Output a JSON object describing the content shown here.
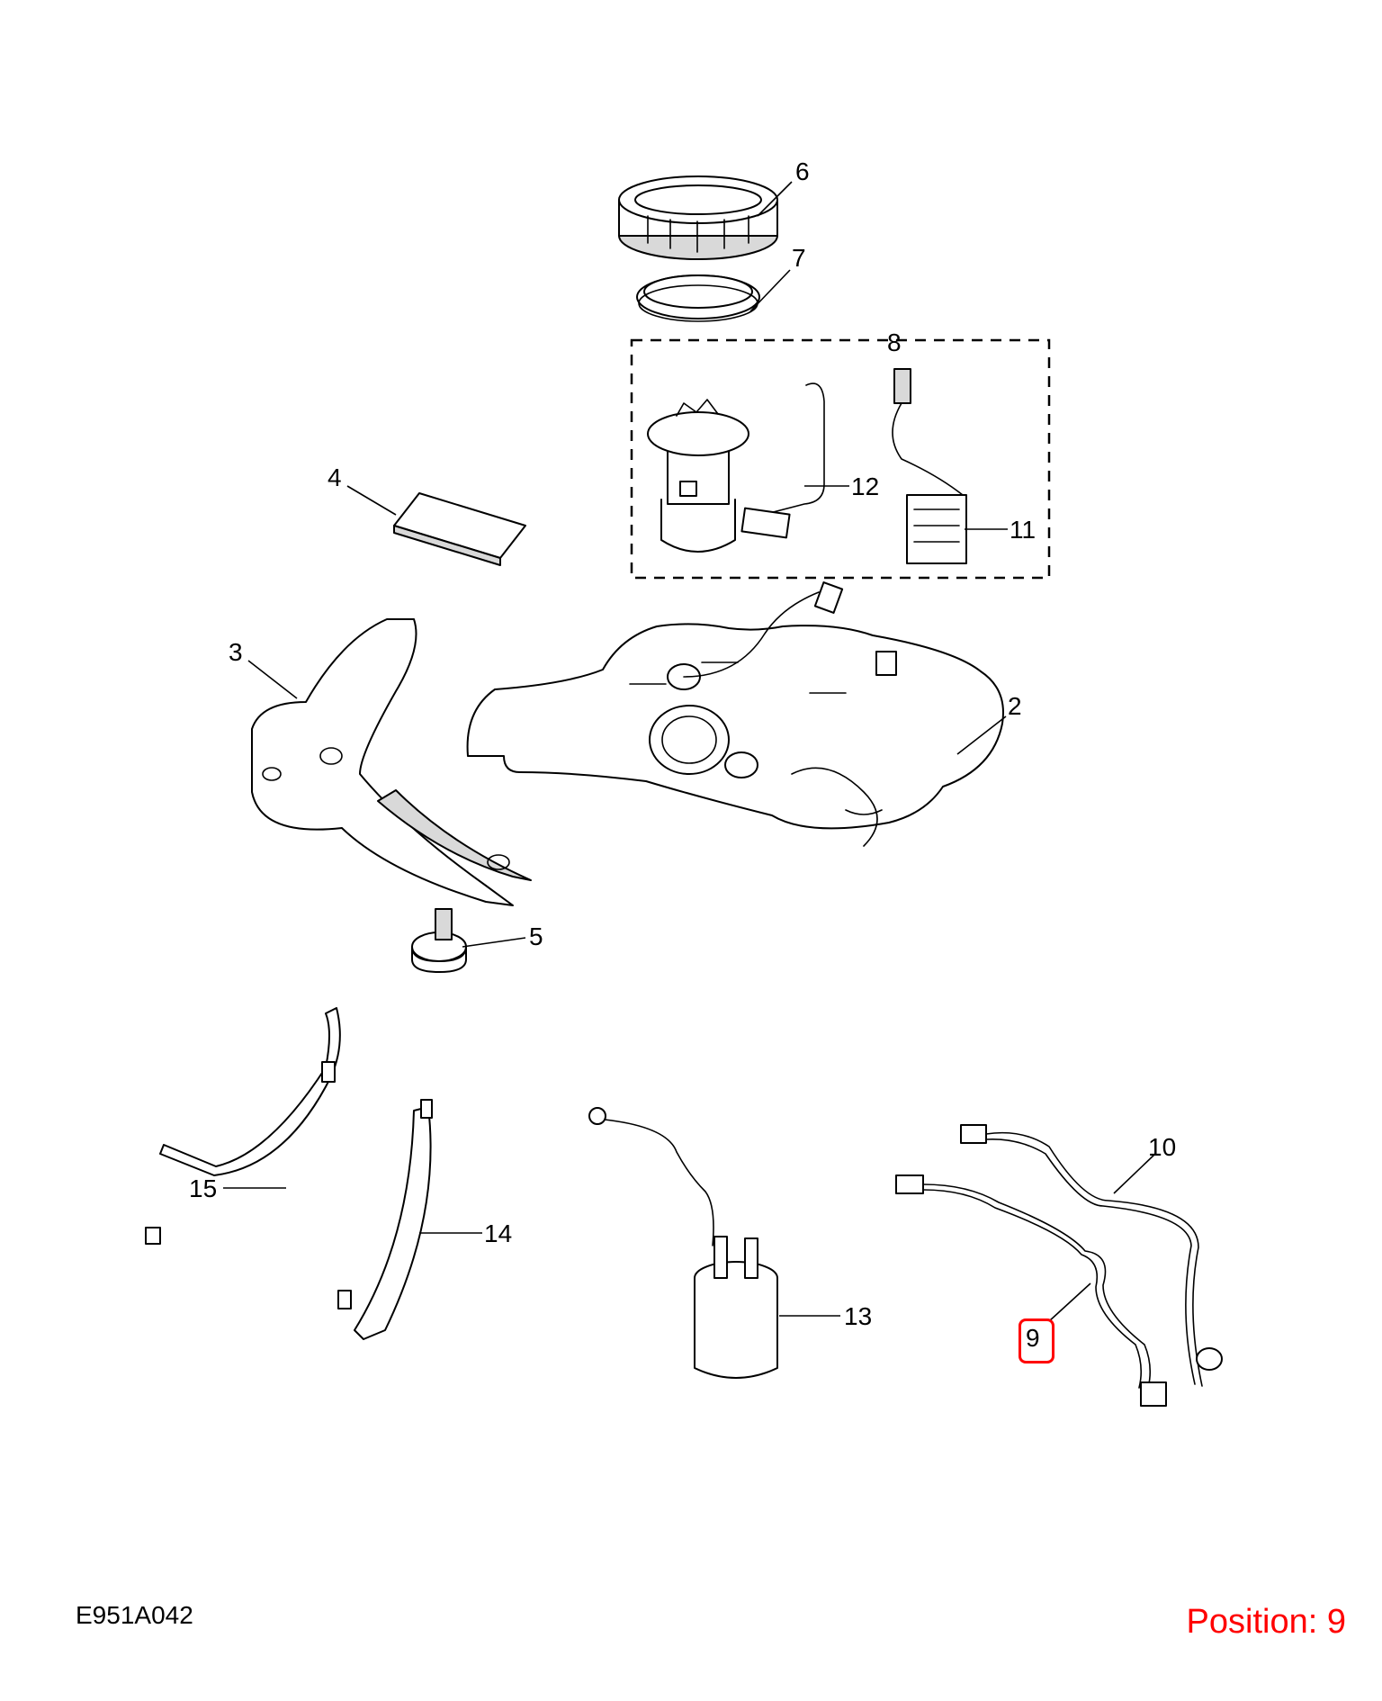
{
  "callouts": {
    "c2": "2",
    "c3": "3",
    "c4": "4",
    "c5": "5",
    "c6": "6",
    "c7": "7",
    "c8": "8",
    "c9": "9",
    "c10": "10",
    "c11": "11",
    "c12": "12",
    "c13": "13",
    "c14": "14",
    "c15": "15"
  },
  "footer": {
    "diagram_code": "E951A042",
    "position_label": "Position: 9"
  },
  "colors": {
    "highlight": "#ff0000",
    "line": "#000000",
    "shade": "#d9d9d9"
  }
}
